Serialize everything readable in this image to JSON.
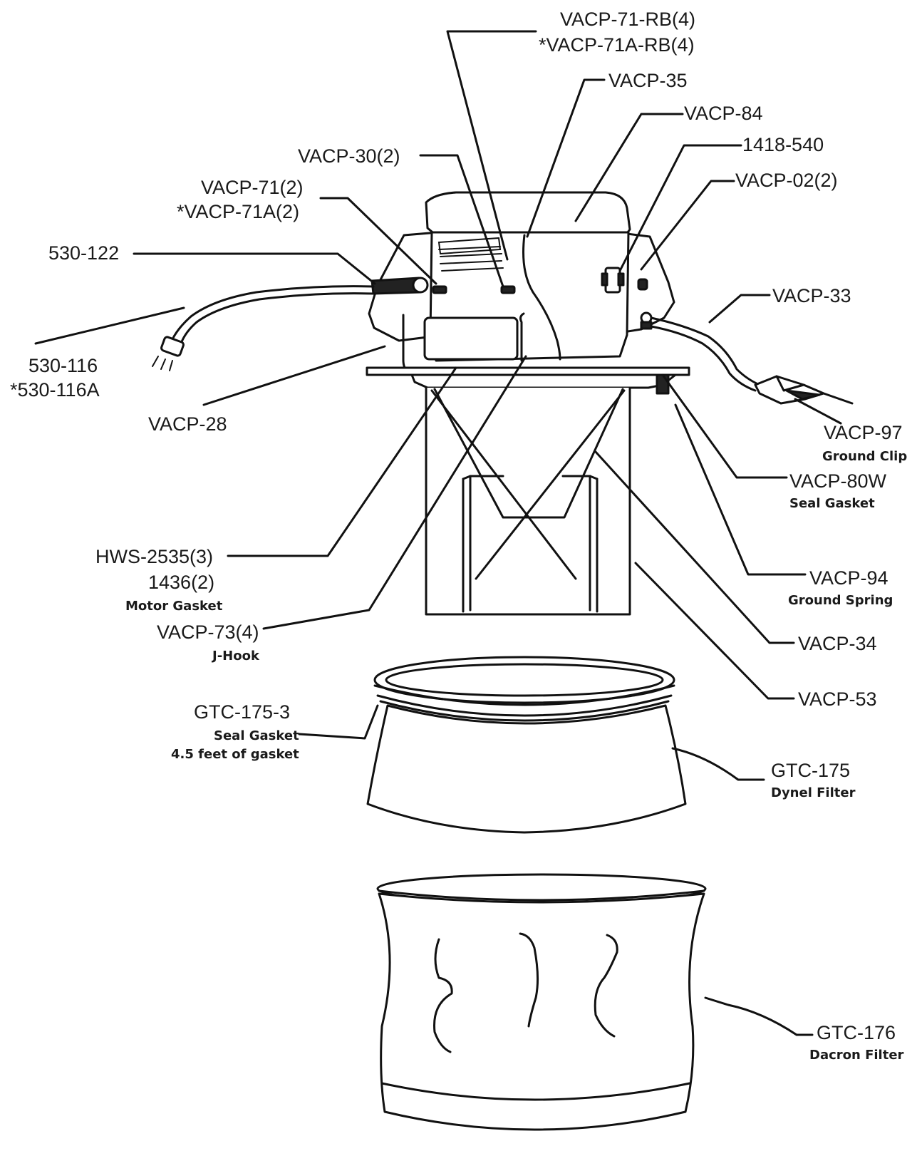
{
  "labels": {
    "vacp71rb": "VACP-71-RB(4)",
    "vacp71arb": "*VACP-71A-RB(4)",
    "vacp35": "VACP-35",
    "vacp84": "VACP-84",
    "p1418": "1418-540",
    "vacp30": "VACP-30(2)",
    "vacp02": "VACP-02(2)",
    "vacp71": "VACP-71(2)",
    "vacp71a": "*VACP-71A(2)",
    "p530122": "530-122",
    "vacp33": "VACP-33",
    "p530116": "530-116",
    "p530116a": "*530-116A",
    "vacp28": "VACP-28",
    "vacp97": "VACP-97",
    "vacp97_desc": "Ground Clip",
    "vacp80w": "VACP-80W",
    "vacp80w_desc": "Seal Gasket",
    "hws2535": "HWS-2535(3)",
    "p1436": "1436(2)",
    "p1436_desc": "Motor Gasket",
    "vacp94": "VACP-94",
    "vacp94_desc": "Ground Spring",
    "vacp73": "VACP-73(4)",
    "vacp73_desc": "J-Hook",
    "vacp34": "VACP-34",
    "vacp53": "VACP-53",
    "gtc1753": "GTC-175-3",
    "gtc1753_desc": "Seal Gasket",
    "gtc1753_desc2": "4.5 feet of gasket",
    "gtc175": "GTC-175",
    "gtc175_desc": "Dynel Filter",
    "gtc176": "GTC-176",
    "gtc176_desc": "Dacron Filter"
  }
}
